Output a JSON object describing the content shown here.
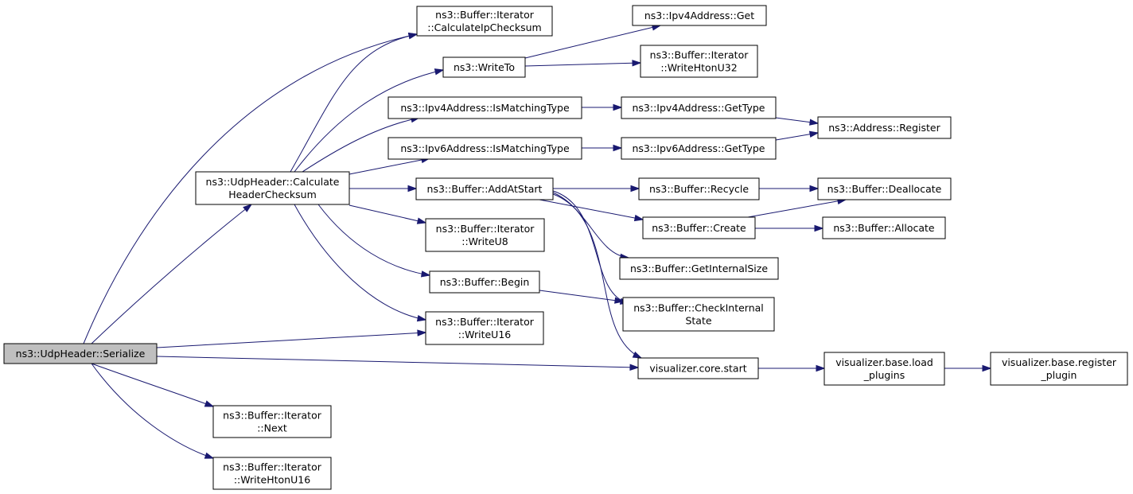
{
  "colors": {
    "edge": "#191970",
    "root_fill": "#bfbfbf",
    "node_fill": "#ffffff",
    "node_stroke": "#000000"
  },
  "nodes": [
    {
      "id": "serialize",
      "lines": [
        "ns3::UdpHeader::Serialize"
      ],
      "root": true
    },
    {
      "id": "calc_header",
      "lines": [
        "ns3::UdpHeader::Calculate",
        "HeaderChecksum"
      ]
    },
    {
      "id": "calc_ip",
      "lines": [
        "ns3::Buffer::Iterator",
        "::CalculateIpChecksum"
      ]
    },
    {
      "id": "writeto",
      "lines": [
        "ns3::WriteTo"
      ]
    },
    {
      "id": "ipv4_get",
      "lines": [
        "ns3::Ipv4Address::Get"
      ]
    },
    {
      "id": "write_htonu32",
      "lines": [
        "ns3::Buffer::Iterator",
        "::WriteHtonU32"
      ]
    },
    {
      "id": "ipv4_ismatch",
      "lines": [
        "ns3::Ipv4Address::IsMatchingType"
      ]
    },
    {
      "id": "ipv4_gettype",
      "lines": [
        "ns3::Ipv4Address::GetType"
      ]
    },
    {
      "id": "addr_register",
      "lines": [
        "ns3::Address::Register"
      ]
    },
    {
      "id": "ipv6_ismatch",
      "lines": [
        "ns3::Ipv6Address::IsMatchingType"
      ]
    },
    {
      "id": "ipv6_gettype",
      "lines": [
        "ns3::Ipv6Address::GetType"
      ]
    },
    {
      "id": "addatstart",
      "lines": [
        "ns3::Buffer::AddAtStart"
      ]
    },
    {
      "id": "recycle",
      "lines": [
        "ns3::Buffer::Recycle"
      ]
    },
    {
      "id": "deallocate",
      "lines": [
        "ns3::Buffer::Deallocate"
      ]
    },
    {
      "id": "create",
      "lines": [
        "ns3::Buffer::Create"
      ]
    },
    {
      "id": "allocate",
      "lines": [
        "ns3::Buffer::Allocate"
      ]
    },
    {
      "id": "writeu8",
      "lines": [
        "ns3::Buffer::Iterator",
        "::WriteU8"
      ]
    },
    {
      "id": "getinternalsize",
      "lines": [
        "ns3::Buffer::GetInternalSize"
      ]
    },
    {
      "id": "begin",
      "lines": [
        "ns3::Buffer::Begin"
      ]
    },
    {
      "id": "checkinternal",
      "lines": [
        "ns3::Buffer::CheckInternal",
        "State"
      ]
    },
    {
      "id": "writeu16",
      "lines": [
        "ns3::Buffer::Iterator",
        "::WriteU16"
      ]
    },
    {
      "id": "vis_start",
      "lines": [
        "visualizer.core.start"
      ]
    },
    {
      "id": "vis_load",
      "lines": [
        "visualizer.base.load",
        "_plugins"
      ]
    },
    {
      "id": "vis_register",
      "lines": [
        "visualizer.base.register",
        "_plugin"
      ]
    },
    {
      "id": "next",
      "lines": [
        "ns3::Buffer::Iterator",
        "::Next"
      ]
    },
    {
      "id": "write_htonu16",
      "lines": [
        "ns3::Buffer::Iterator",
        "::WriteHtonU16"
      ]
    }
  ],
  "edges": [
    {
      "from": "serialize",
      "to": "calc_ip"
    },
    {
      "from": "serialize",
      "to": "calc_header"
    },
    {
      "from": "serialize",
      "to": "writeu16"
    },
    {
      "from": "serialize",
      "to": "vis_start"
    },
    {
      "from": "serialize",
      "to": "next"
    },
    {
      "from": "serialize",
      "to": "write_htonu16"
    },
    {
      "from": "calc_header",
      "to": "calc_ip"
    },
    {
      "from": "calc_header",
      "to": "writeto"
    },
    {
      "from": "calc_header",
      "to": "ipv4_ismatch"
    },
    {
      "from": "calc_header",
      "to": "ipv6_ismatch"
    },
    {
      "from": "calc_header",
      "to": "addatstart"
    },
    {
      "from": "calc_header",
      "to": "writeu8"
    },
    {
      "from": "calc_header",
      "to": "begin"
    },
    {
      "from": "calc_header",
      "to": "writeu16"
    },
    {
      "from": "writeto",
      "to": "ipv4_get"
    },
    {
      "from": "writeto",
      "to": "write_htonu32"
    },
    {
      "from": "ipv4_ismatch",
      "to": "ipv4_gettype"
    },
    {
      "from": "ipv4_gettype",
      "to": "addr_register"
    },
    {
      "from": "ipv6_ismatch",
      "to": "ipv6_gettype"
    },
    {
      "from": "ipv6_gettype",
      "to": "addr_register"
    },
    {
      "from": "addatstart",
      "to": "recycle"
    },
    {
      "from": "addatstart",
      "to": "create"
    },
    {
      "from": "addatstart",
      "to": "getinternalsize"
    },
    {
      "from": "addatstart",
      "to": "checkinternal"
    },
    {
      "from": "addatstart",
      "to": "vis_start"
    },
    {
      "from": "recycle",
      "to": "deallocate"
    },
    {
      "from": "create",
      "to": "deallocate"
    },
    {
      "from": "create",
      "to": "allocate"
    },
    {
      "from": "begin",
      "to": "checkinternal"
    },
    {
      "from": "vis_start",
      "to": "vis_load"
    },
    {
      "from": "vis_load",
      "to": "vis_register"
    }
  ]
}
